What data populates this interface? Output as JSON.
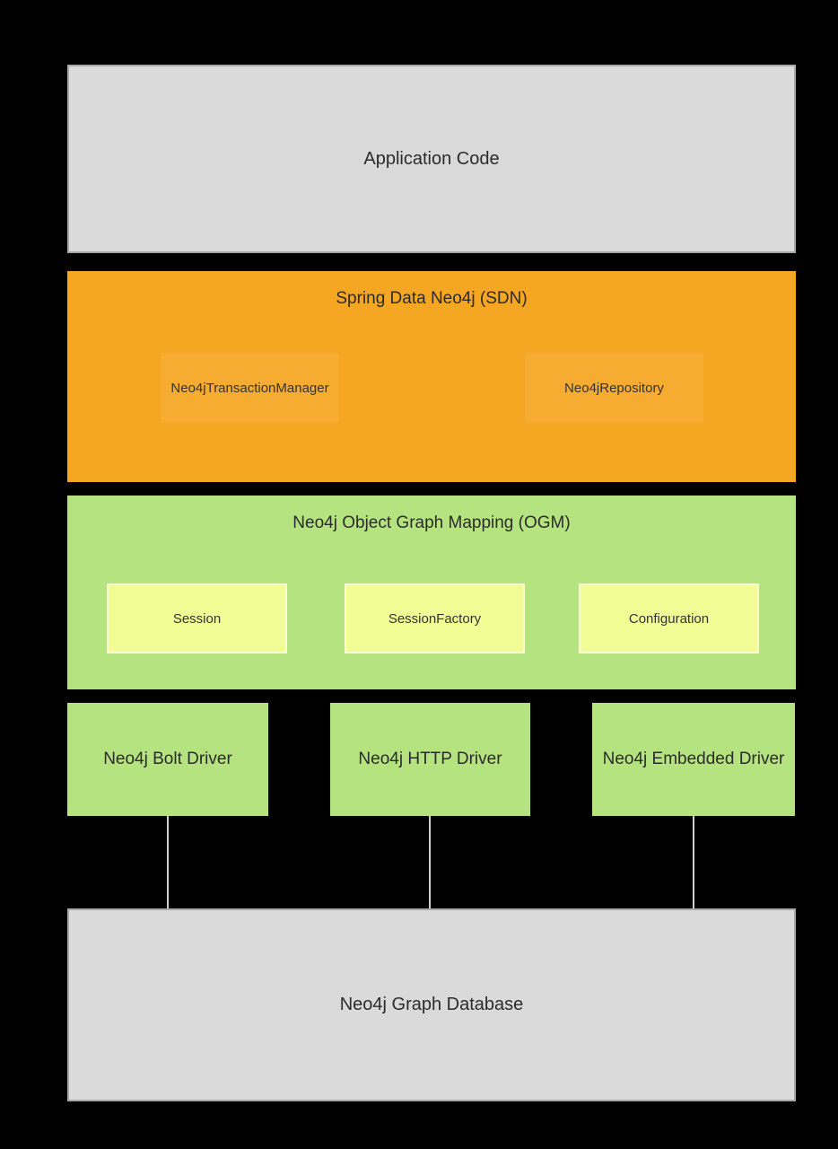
{
  "diagram": {
    "application": {
      "label": "Application Code"
    },
    "sdn": {
      "title": "Spring Data Neo4j (SDN)",
      "children": [
        {
          "label": "Neo4jTransactionManager"
        },
        {
          "label": "Neo4jRepository"
        }
      ]
    },
    "ogm": {
      "title": "Neo4j Object Graph Mapping (OGM)",
      "children": [
        {
          "label": "Session"
        },
        {
          "label": "SessionFactory"
        },
        {
          "label": "Configuration"
        }
      ]
    },
    "drivers": [
      {
        "label": "Neo4j Bolt Driver"
      },
      {
        "label": "Neo4j HTTP Driver"
      },
      {
        "label": "Neo4j Embedded Driver"
      }
    ],
    "database": {
      "label": "Neo4j Graph Database"
    }
  },
  "colors": {
    "background": "#000000",
    "gray_box": "#dadada",
    "gray_border": "#a8a8a8",
    "orange": "#f5a623",
    "orange_inner": "#f6ac31",
    "green": "#b5e37f",
    "yellow": "#f2fc95",
    "yellow_border": "#fcffd2",
    "connector_line": "#cfcfcf",
    "text": "#2b2b2b"
  }
}
